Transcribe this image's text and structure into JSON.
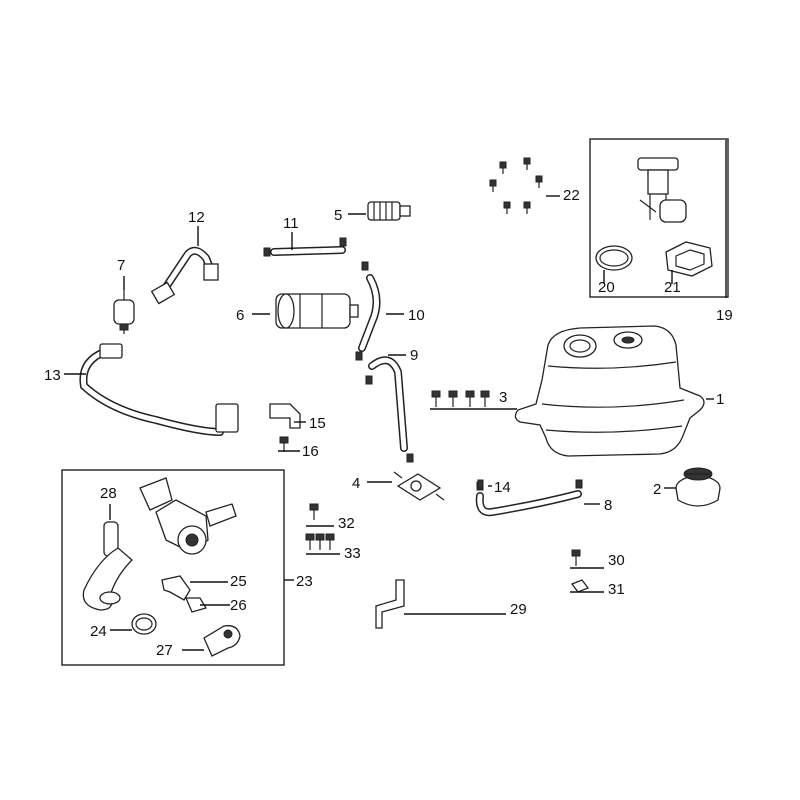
{
  "callouts": {
    "c1": "1",
    "c2": "2",
    "c3": "3",
    "c4": "4",
    "c5": "5",
    "c6": "6",
    "c7": "7",
    "c8": "8",
    "c9": "9",
    "c10": "10",
    "c11": "11",
    "c12": "12",
    "c13": "13",
    "c14": "14",
    "c15": "15",
    "c16": "16",
    "c19": "19",
    "c20": "20",
    "c21": "21",
    "c22": "22",
    "c23": "23",
    "c24": "24",
    "c25": "25",
    "c26": "26",
    "c27": "27",
    "c28": "28",
    "c29": "29",
    "c30": "30",
    "c31": "31",
    "c32": "32",
    "c33": "33"
  },
  "colors": {
    "line": "#222222",
    "background": "#ffffff"
  }
}
